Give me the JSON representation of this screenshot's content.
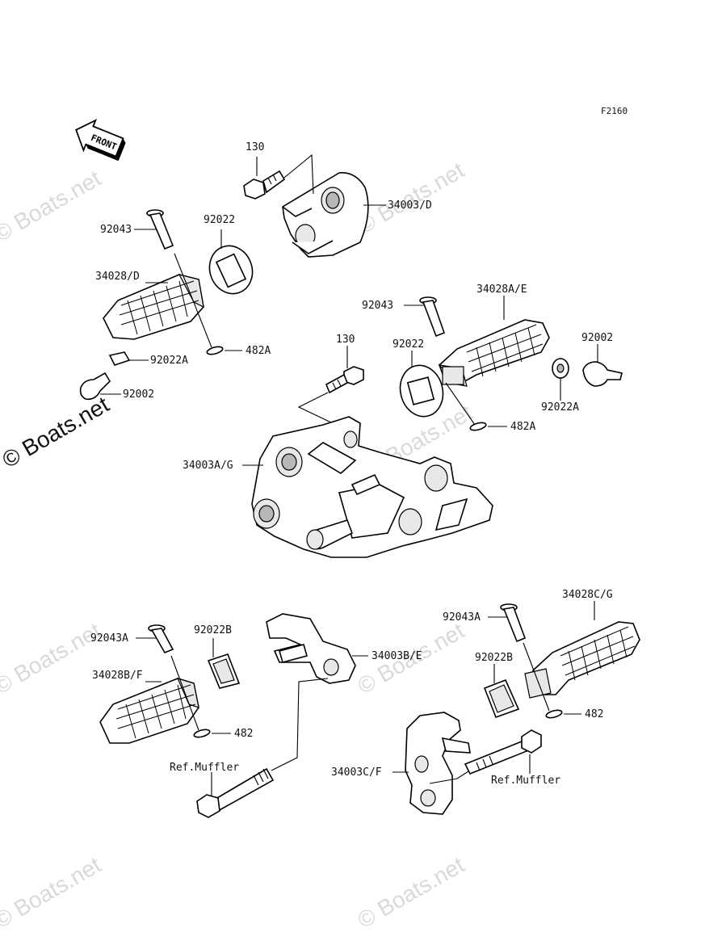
{
  "diagram_code": "F2160",
  "front_label": "FRONT",
  "watermarks": [
    "© Boats.net",
    "© Boats.net",
    "© Boats.net",
    "© Boats.net",
    "© Boats.net",
    "© Boats.net",
    "© Boats.net",
    "© Boats.net"
  ],
  "labels": {
    "bolt_130_top": "130",
    "bracket_34003D": "34003/D",
    "pin_92043_left": "92043",
    "washer_92022_left": "92022",
    "peg_34028D": "34028/D",
    "spacer_92022A_left": "92022A",
    "ball_92002_left": "92002",
    "clip_482A_left": "482A",
    "pin_92043_right": "92043",
    "peg_34028AE": "34028A/E",
    "ball_92002_right": "92002",
    "bolt_130_mid": "130",
    "washer_92022_right": "92022",
    "spacer_92022A_right": "92022A",
    "clip_482A_right": "482A",
    "bracket_34003AG": "34003A/G",
    "pin_92043A_left": "92043A",
    "damper_92022B_left": "92022B",
    "bracket_34003BE": "34003B/E",
    "peg_34028BF": "34028B/F",
    "clip_482_left": "482",
    "ref_muffler_left": "Ref.Muffler",
    "pin_92043A_right": "92043A",
    "peg_34028CG": "34028C/G",
    "damper_92022B_right": "92022B",
    "clip_482_right": "482",
    "bracket_34003CF": "34003C/F",
    "ref_muffler_right": "Ref.Muffler"
  }
}
